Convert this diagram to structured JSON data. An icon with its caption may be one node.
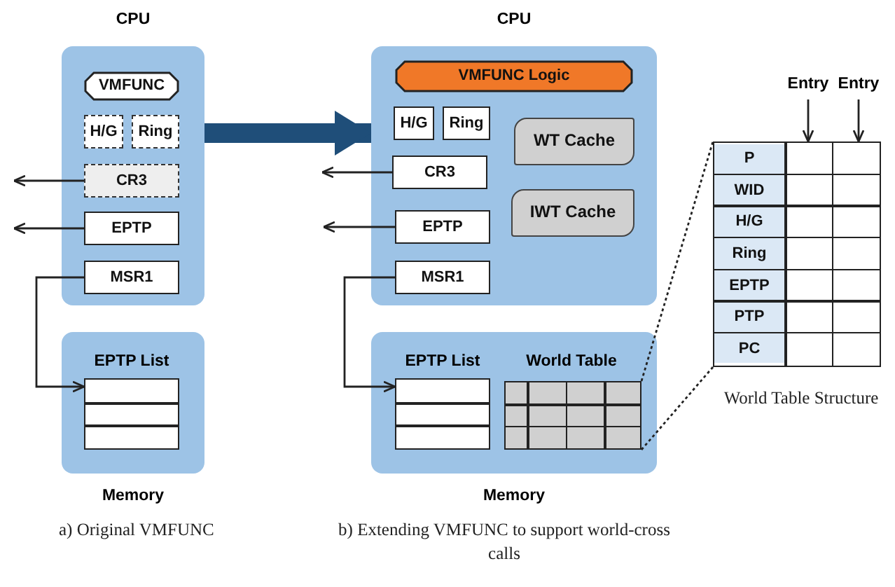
{
  "diagram": {
    "nodes": [
      {
        "text": [
          "CPU"
        ]
      },
      {
        "text": [
          "VMFUNC"
        ],
        "in": 0
      },
      {
        "text": [
          "H/G"
        ],
        "in": 0
      },
      {
        "text": [
          "Ring"
        ],
        "in": 0
      },
      {
        "text": [
          "CR3"
        ],
        "in": 0
      },
      {
        "text": [
          "EPTP"
        ],
        "in": 0
      },
      {
        "text": [
          "MSR1"
        ],
        "in": 0
      },
      {
        "text": [
          "Memory"
        ]
      },
      {
        "text": [
          "EPTP List"
        ],
        "in": 7
      },
      {
        "text": [
          "CPU"
        ]
      },
      {
        "text": [
          "VMFUNC Logic"
        ],
        "in": 9
      },
      {
        "text": [
          "H/G"
        ],
        "in": 9
      },
      {
        "text": [
          "Ring"
        ],
        "in": 9
      },
      {
        "text": [
          "WT Cache"
        ],
        "in": 9
      },
      {
        "text": [
          "IWT Cache"
        ],
        "in": 9
      },
      {
        "text": [
          "CR3"
        ],
        "in": 9
      },
      {
        "text": [
          "EPTP"
        ],
        "in": 9
      },
      {
        "text": [
          "MSR1"
        ],
        "in": 9
      },
      {
        "text": [
          "Memory"
        ]
      },
      {
        "text": [
          "EPTP List"
        ],
        "in": 18
      },
      {
        "text": [
          "World Table"
        ],
        "in": 18
      },
      {
        "text": [
          "Entry"
        ]
      },
      {
        "text": [
          "Entry"
        ]
      },
      {
        "text": [
          "P",
          "WID",
          "H/G",
          "Ring",
          "EPTP",
          "PTP",
          "PC"
        ],
        "beside": [
          "World Table Structure"
        ]
      }
    ],
    "edges": [
      {
        "from": 4,
        "to": null,
        "arrow": "to"
      },
      {
        "from": 5,
        "to": null,
        "arrow": "to"
      },
      {
        "from": 6,
        "to": 8,
        "arrow": "to"
      },
      {
        "from": 0,
        "to": 9,
        "arrow": "to",
        "style": "thick",
        "color": "#1f4e79"
      },
      {
        "from": 15,
        "to": null,
        "arrow": "to"
      },
      {
        "from": 16,
        "to": null,
        "arrow": "to"
      },
      {
        "from": 17,
        "to": 19,
        "arrow": "to"
      },
      {
        "from": 20,
        "to": 23,
        "arrow": "none",
        "style": "dashed"
      },
      {
        "from": 20,
        "to": 23,
        "arrow": "none",
        "style": "dashed"
      },
      {
        "from": 21,
        "to": 23,
        "arrow": "to"
      },
      {
        "from": 22,
        "to": 23,
        "arrow": "to"
      }
    ],
    "labels": [
      "a) Original VMFUNC",
      "b) Extending VMFUNC to support world-cross calls"
    ]
  }
}
